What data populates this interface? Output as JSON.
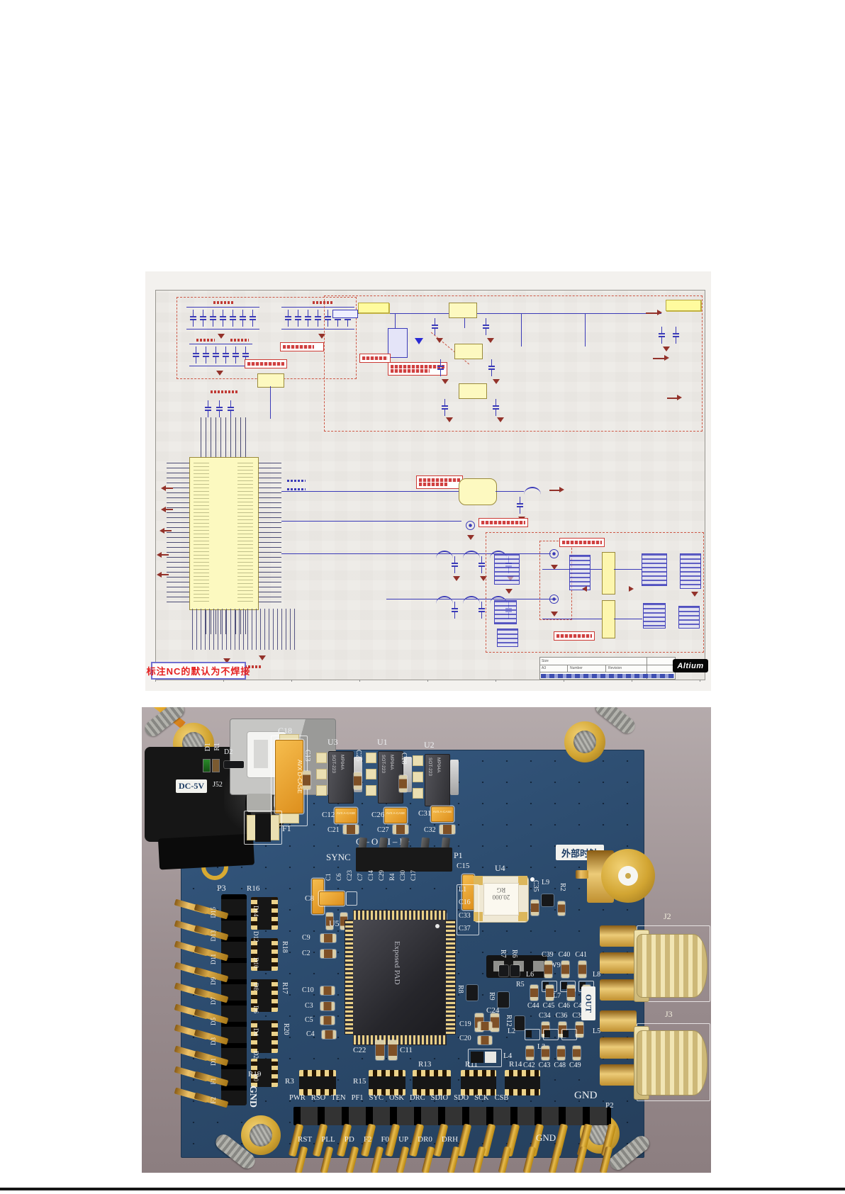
{
  "schematic": {
    "nc_note": "标注NC的默认为不焊接",
    "altium": "Altium",
    "title_block": {
      "size_label": "Size",
      "size": "A3",
      "number_label": "Number",
      "revision_label": "Revision"
    }
  },
  "pcb": {
    "silk": {
      "d1": "D1",
      "r1": "R1",
      "d2": "D2",
      "j52": "J52",
      "dc5v": "DC-5V",
      "c18": "C18",
      "avx_dcase": "AVX D-CASE",
      "avx_acase": "AVX A-CASE",
      "c13": "C13",
      "c25": "C25",
      "c28": "C28",
      "u3": "U3",
      "u1": "U1",
      "u2": "U2",
      "sot": "SOT-223",
      "mp04a": "MP04A",
      "c12": "C12",
      "c21": "C21",
      "c26": "C26",
      "c27": "C27",
      "c31": "C31",
      "c32": "C32",
      "f1": "F1",
      "sync": "SYNC",
      "pins_label": "O–O+I–I+",
      "p1": "P1",
      "c15": "C15",
      "ext_clock": "外部时钟",
      "cap_row": [
        "C1",
        "C6",
        "C23",
        "C7",
        "C14",
        "C29",
        "R4",
        "C30",
        "C17"
      ],
      "u4": "U4",
      "xtal_line1": "RG",
      "xtal_line2": "20.000",
      "c35": "C35",
      "l9": "L9",
      "r2": "R2",
      "u4_left": [
        "L1",
        "C16",
        "C33",
        "C37"
      ],
      "w9": "W9",
      "u5": "U5",
      "exposed_pad": "Exposed PAD",
      "p3": "P3",
      "p3_left": [
        "D15",
        "D13",
        "D11",
        "D9",
        "D7",
        "D5",
        "D3",
        "D1",
        "F1",
        "F2"
      ],
      "p3_right": [
        "D14",
        "D12",
        "D10",
        "D8",
        "D6",
        "D4",
        "D2",
        "D0"
      ],
      "gnd_p3": "GND",
      "r16": "R16",
      "r18": "R18",
      "r17": "R17",
      "r20": "R20",
      "r19": "R19",
      "c8": "C8",
      "c9": "C9",
      "c2": "C2",
      "c10": "C10",
      "c3": "C3",
      "c5": "C5",
      "c4": "C4",
      "c22": "C22",
      "c11": "C11",
      "r3": "R3",
      "r15": "R15",
      "r13": "R13",
      "r11": "R11",
      "r14": "R14",
      "r8": "R8",
      "r9": "R9",
      "c24": "C24",
      "r12": "R12",
      "c19": "C19",
      "c20": "C20",
      "l4": "L4",
      "r7": "R7",
      "r6": "R6",
      "c39_row": [
        "C39",
        "C40",
        "C41"
      ],
      "l6": "L6",
      "l8": "L8",
      "r5": "R5",
      "l7": "L7",
      "c44_row": [
        "C44",
        "C45",
        "C46",
        "C47"
      ],
      "c34_row": [
        "C34",
        "C36",
        "C38"
      ],
      "l2": "L2",
      "l5": "L5",
      "l3": "L3",
      "c42_row": [
        "C42",
        "C43",
        "C48",
        "C49"
      ],
      "j2": "J2",
      "j3": "J3",
      "out": "OUT",
      "io_row": [
        "PWR",
        "RSO",
        "TEN",
        "PF1",
        "SYC",
        "OSK",
        "DRC",
        "SDIO",
        "SDO",
        "SCK",
        "CSB"
      ],
      "gnd_io": "GND",
      "p2": "P2",
      "bottom_row": [
        "RST",
        "PLL",
        "PD",
        "F2",
        "F0",
        "UP",
        "DR0",
        "DRH"
      ],
      "gnd_bottom": "GND"
    }
  }
}
